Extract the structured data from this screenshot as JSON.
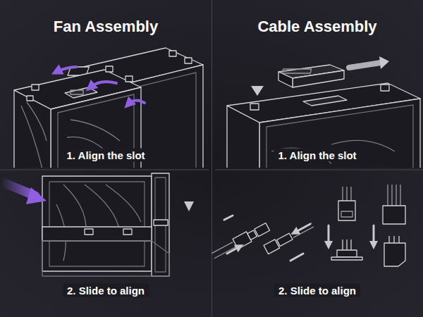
{
  "diagram": {
    "labels": [
      "Fan Assembly",
      "Cable Assembly",
      "1. Align the slot",
      "1. Align the slot",
      "2. Slide to align",
      "2. Slide to align"
    ]
  }
}
